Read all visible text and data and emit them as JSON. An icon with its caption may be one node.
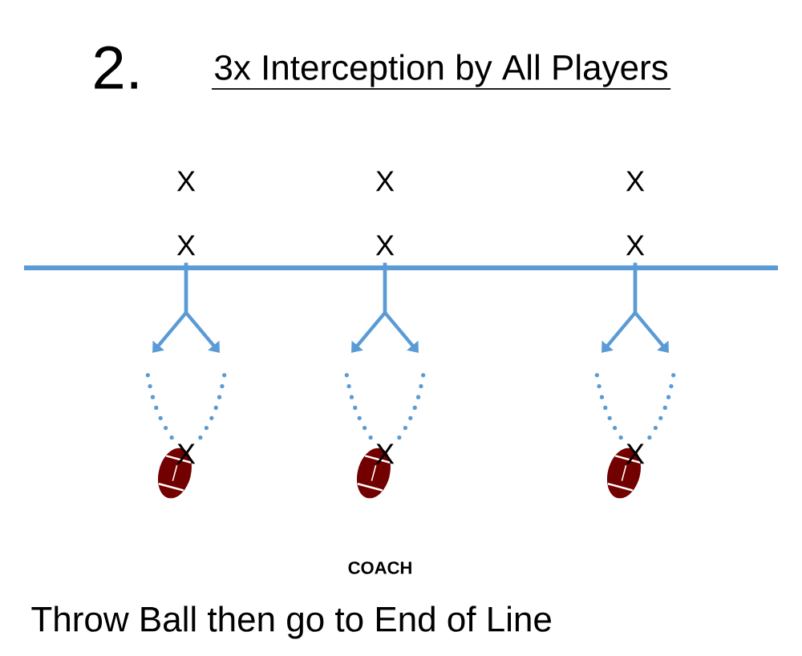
{
  "diagram": {
    "title": "3x Interception by All Players",
    "nodes": [
      {
        "text": [
          "X"
        ]
      },
      {
        "text": [
          "X"
        ]
      },
      {
        "text": [
          "X"
        ]
      },
      {
        "text": [
          "X"
        ]
      },
      {
        "text": [
          "X"
        ]
      },
      {
        "text": [
          "X"
        ]
      },
      {
        "text": [
          "X"
        ]
      },
      {
        "text": [
          "X"
        ]
      },
      {
        "text": [
          "X"
        ]
      }
    ],
    "edges": [
      {
        "from": 3,
        "to": null,
        "arrow": "to"
      },
      {
        "from": 3,
        "to": null,
        "arrow": "to"
      },
      {
        "from": 4,
        "to": null,
        "arrow": "to"
      },
      {
        "from": 4,
        "to": null,
        "arrow": "to"
      },
      {
        "from": 5,
        "to": null,
        "arrow": "to"
      },
      {
        "from": 5,
        "to": null,
        "arrow": "to"
      },
      {
        "from": 6,
        "to": null,
        "arrow": "none",
        "style": "dashed"
      },
      {
        "from": 6,
        "to": null,
        "arrow": "none",
        "style": "dashed"
      },
      {
        "from": 7,
        "to": null,
        "arrow": "none",
        "style": "dashed"
      },
      {
        "from": 7,
        "to": null,
        "arrow": "none",
        "style": "dashed"
      },
      {
        "from": 8,
        "to": null,
        "arrow": "none",
        "style": "dashed"
      },
      {
        "from": 8,
        "to": null,
        "arrow": "none",
        "style": "dashed"
      }
    ],
    "labels": [
      "2.",
      "COACH",
      "Throw Ball then go to End of Line"
    ]
  }
}
